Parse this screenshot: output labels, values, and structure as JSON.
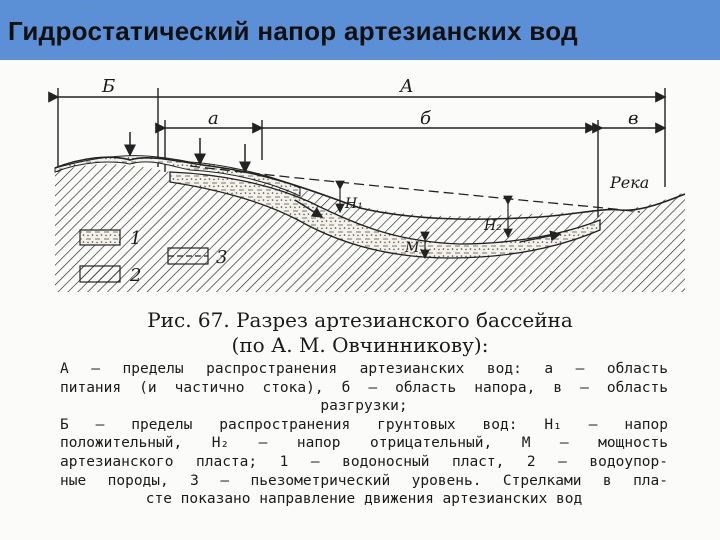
{
  "title": "Гидростатический напор артезианских вод",
  "labels": {
    "A": "А",
    "B": "Б",
    "a": "а",
    "b": "б",
    "v": "в",
    "river": "Река",
    "H1": "H₁",
    "H2": "H₂",
    "M": "М",
    "leg1": "1",
    "leg2": "2",
    "leg3": "3"
  },
  "caption": {
    "line1": "Рис. 67. Разрез артезианского бассейна",
    "line2": "(по А. М. Овчинникову):"
  },
  "legend_lines": [
    "А — пределы распространения артезианских вод: а — область",
    "питания (и частично стока), б — область напора, в — область",
    "разгрузки;",
    "Б — пределы распространения грунтовых вод: H₁ — напор",
    "положительный, H₂ — напор отрицательный, М — мощность",
    "артезианского пласта; 1 — водоносный пласт, 2 — водоупор-",
    "ные породы, 3 — пьезометрический уровень. Стрелками в пла-",
    "сте показано направление движения артезианских вод"
  ],
  "colors": {
    "title_bar": "#5b8fd6",
    "ink": "#1a1a1a"
  }
}
